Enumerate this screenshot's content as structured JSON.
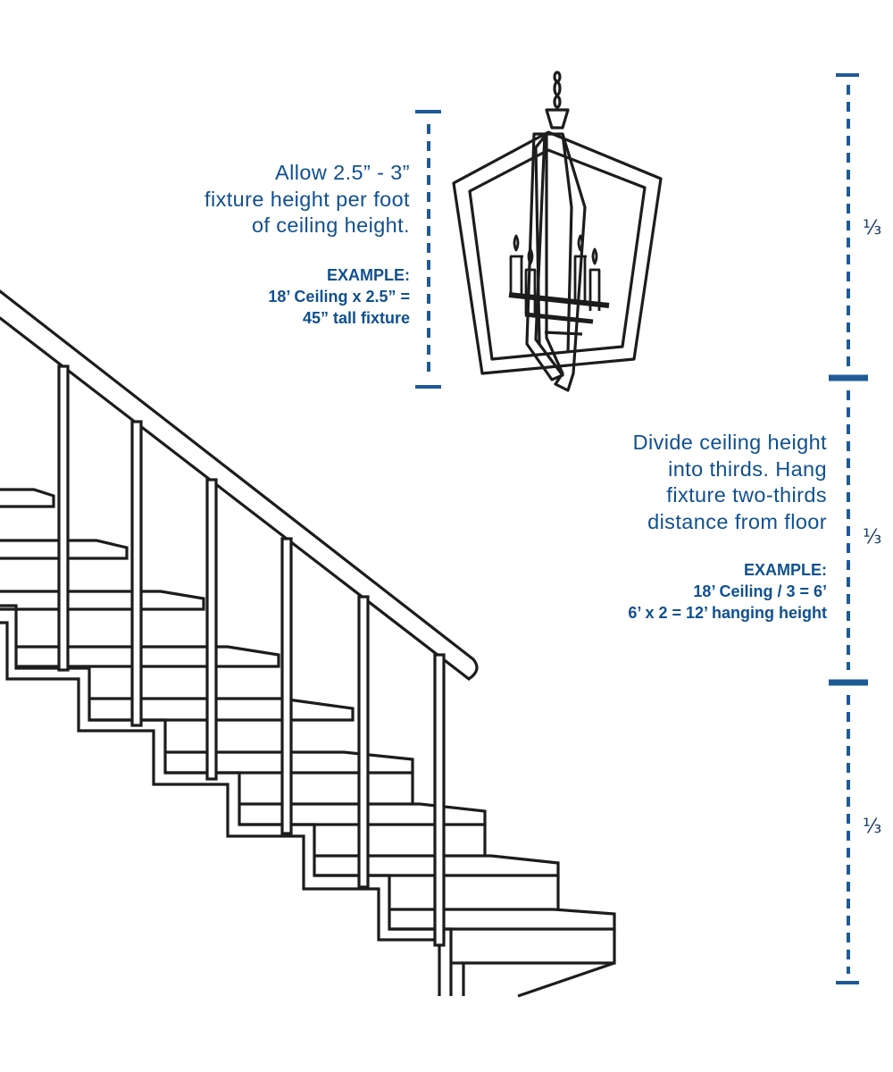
{
  "colors": {
    "accent": "#10508f",
    "ink": "#1c1c1c",
    "measure": "#1e5a96"
  },
  "tip_fixture_height": {
    "lines": [
      "Allow 2.5” - 3”",
      "fixture height per foot",
      "of ceiling height."
    ],
    "example_label": "EXAMPLE:",
    "example_lines": [
      "18’ Ceiling x 2.5” =",
      "45” tall fixture"
    ]
  },
  "tip_hanging_height": {
    "lines": [
      "Divide ceiling height",
      "into thirds. Hang",
      "fixture two-thirds",
      "distance from floor"
    ],
    "example_label": "EXAMPLE:",
    "example_lines": [
      "18’ Ceiling / 3 = 6’",
      "6’ x 2 = 12’ hanging height"
    ]
  },
  "ceiling_scale": {
    "segment_labels": [
      "⅓",
      "⅓",
      "⅓"
    ]
  },
  "illustration": {
    "fixture": "lantern-chandelier",
    "staircase": "staircase-with-railing",
    "candles": 4
  }
}
